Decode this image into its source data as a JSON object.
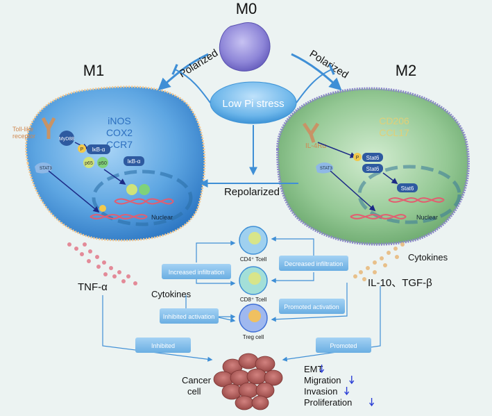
{
  "m0": {
    "label": "M0"
  },
  "m1": {
    "label": "M1",
    "markers": [
      "iNOS",
      "COX2",
      "CCR7"
    ],
    "receptor": [
      "Toll-like",
      "receptor"
    ],
    "myd88": "MyD88",
    "p": "P",
    "ikb": "IκB-α",
    "p65": "p65",
    "p50": "p50",
    "stat3": "STAT3",
    "nuclear": "Nuclear"
  },
  "m2": {
    "label": "M2",
    "markers": [
      "CD206",
      "CCL17"
    ],
    "receptor": "IL-4Rα",
    "stat6": "Stat6",
    "p": "P",
    "stat3": "STAT3",
    "nuclear": "Nuclear"
  },
  "center": {
    "polarized_left": "Polarized",
    "polarized_right": "Polarized",
    "stress": "Low Pi stress",
    "repolarized": "Repolarized"
  },
  "cytokines": {
    "tnf": "TNF-α",
    "left": "Cytokines",
    "right": "Cytokines",
    "il10": "IL-10、TGF-β"
  },
  "boxes": {
    "increased": "Increased infiltration",
    "decreased": "Decreased infiltration",
    "inhibited_activation": "Inhibited activation",
    "promoted_activation": "Promoted activation",
    "inhibited": "Inhibited",
    "promoted": "Promoted"
  },
  "cells": {
    "cd4": "CD4⁺ Tcell",
    "cd8": "CD8⁺ Tcell",
    "treg": "Treg cell",
    "cancer": [
      "Cancer",
      "cell"
    ]
  },
  "effects": [
    {
      "label": "EMT"
    },
    {
      "label": "Migration"
    },
    {
      "label": "Invasion"
    },
    {
      "label": "Proliferation"
    }
  ],
  "colors": {
    "m1_body": "#5aa3de",
    "m2_body": "#8bc28c",
    "box": "#7fb9e6",
    "arrow": "#3f8fd6",
    "down_arrow": "#2b3fd6"
  }
}
